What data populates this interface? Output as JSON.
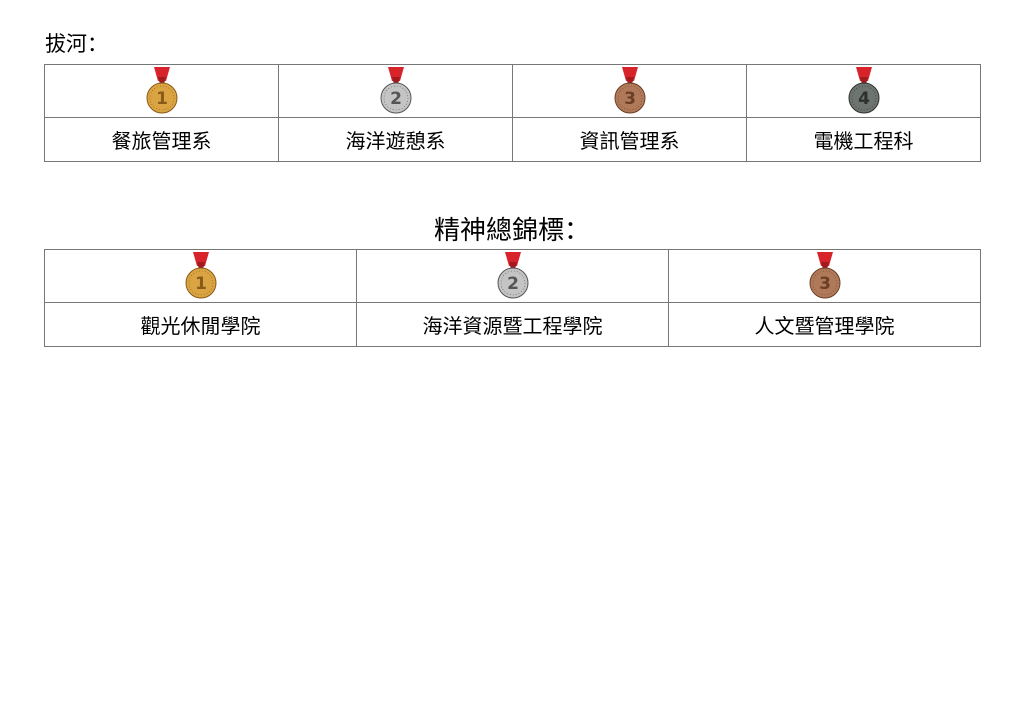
{
  "tug_of_war": {
    "title": "拔河：",
    "results": [
      {
        "rank": 1,
        "medal": "gold-medal-icon",
        "name": "餐旅管理系"
      },
      {
        "rank": 2,
        "medal": "silver-medal-icon",
        "name": "海洋遊憩系"
      },
      {
        "rank": 3,
        "medal": "bronze-medal-icon",
        "name": "資訊管理系"
      },
      {
        "rank": 4,
        "medal": "fourth-place-medal-icon",
        "name": "電機工程科"
      }
    ]
  },
  "spirit_award": {
    "title": "精神總錦標：",
    "results": [
      {
        "rank": 1,
        "medal": "gold-medal-icon",
        "name": "觀光休閒學院"
      },
      {
        "rank": 2,
        "medal": "silver-medal-icon",
        "name": "海洋資源暨工程學院"
      },
      {
        "rank": 3,
        "medal": "bronze-medal-icon",
        "name": "人文暨管理學院"
      }
    ]
  },
  "colors": {
    "gold": "#d9a441",
    "silver": "#c4c4c4",
    "bronze": "#b07a5a",
    "dark": "#6e7470",
    "ribbon": "#d8232a"
  }
}
